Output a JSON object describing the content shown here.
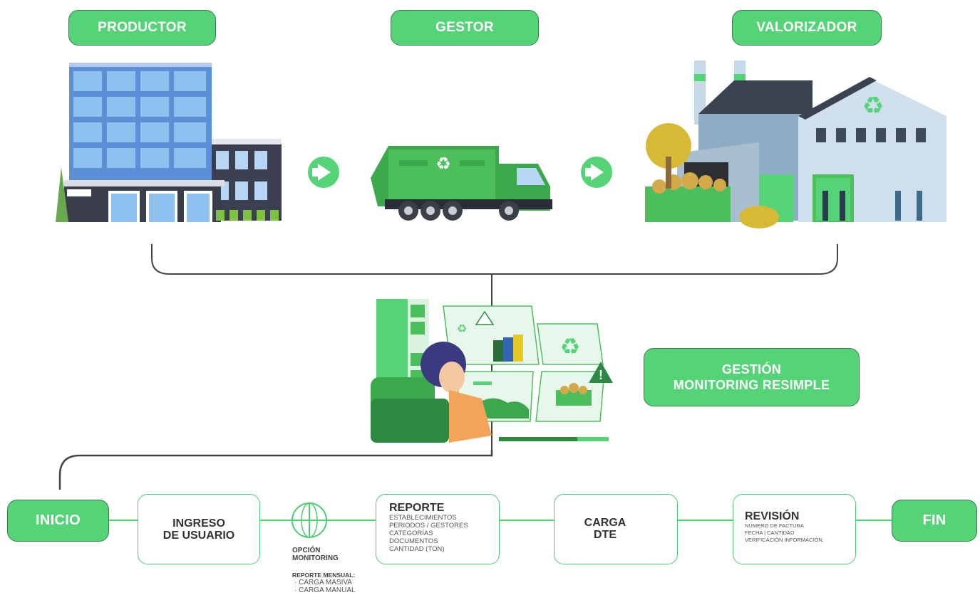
{
  "stages": {
    "productor": "PRODUCTOR",
    "gestor": "GESTOR",
    "valorizador": "VALORIZADOR"
  },
  "gestion": {
    "line1": "GESTIÓN",
    "line2": "MONITORING RESIMPLE"
  },
  "flow": {
    "inicio": "INICIO",
    "fin": "FIN",
    "ingreso": {
      "line1": "INGRESO",
      "line2": "DE USUARIO"
    },
    "opcion": {
      "line1": "OPCIÓN",
      "line2": "MONITORING",
      "subtitle": "REPORTE MENSUAL:",
      "items": [
        "CARGA MASIVA",
        "CARGA MANUAL"
      ]
    },
    "reporte": {
      "title": "REPORTE",
      "items": [
        "ESTABLECIMIENTOS",
        "PERIODOS / GESTORES",
        "CATEGORÍAS",
        "DOCUMENTOS",
        "CANTIDAD (TON)"
      ]
    },
    "carga": {
      "line1": "CARGA",
      "line2": "DTE"
    },
    "revision": {
      "title": "REVISIÓN",
      "items": [
        "NÚMERO DE FACTURA",
        "FECHA | CANTIDAD",
        "VERIFICACIÓN INFORMACIÓN."
      ]
    }
  },
  "icons": {
    "building": "office-building-icon",
    "truck": "garbage-truck-icon",
    "factory": "recycling-plant-icon",
    "arrow": "arrow-right-icon",
    "operator": "operator-dashboard-icon",
    "globe": "globe-icon",
    "excel": "excel-icon",
    "upload": "document-upload-icon",
    "check": "check-circle-icon",
    "recycle": "recycle-icon"
  },
  "colors": {
    "accent": "#55d377",
    "accent_dark": "#3a7a4c",
    "line": "#4dcc70",
    "connector": "#444444",
    "text": "#333333"
  }
}
